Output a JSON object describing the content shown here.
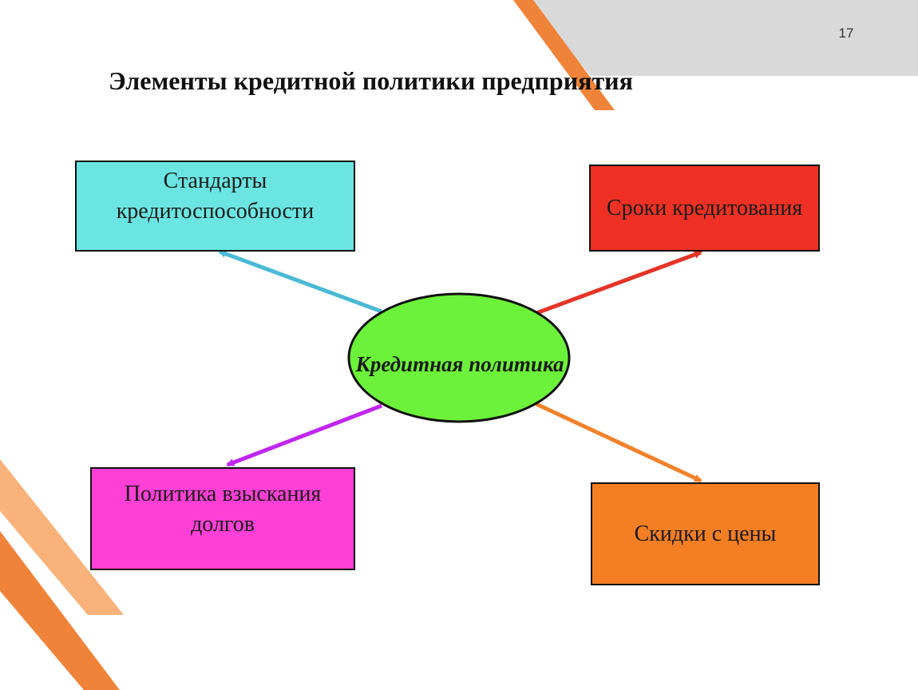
{
  "slide": {
    "page_number": "17",
    "title": "Элементы кредитной политики предприятия"
  },
  "diagram": {
    "center": {
      "label": "Кредитная политика",
      "fill": "#6cf23a"
    },
    "nodes": [
      {
        "id": "standards",
        "label": "Стандарты кредитоспособности",
        "fill": "#6be5e2",
        "arrow_color": "#4ab9d6"
      },
      {
        "id": "terms",
        "label": "Сроки кредитования",
        "fill": "#ee3124",
        "arrow_color": "#e43427"
      },
      {
        "id": "debt",
        "label": "Политика взыскания долгов",
        "fill": "#ff3fd5",
        "arrow_color": "#c126f0"
      },
      {
        "id": "discounts",
        "label": "Скидки с цены",
        "fill": "#f47e24",
        "arrow_color": "#f0822a"
      }
    ]
  },
  "decoration": {
    "accent_orange": "#f0833a",
    "accent_light_orange": "#f9b27a",
    "header_band_gray": "#d9d9d9"
  }
}
